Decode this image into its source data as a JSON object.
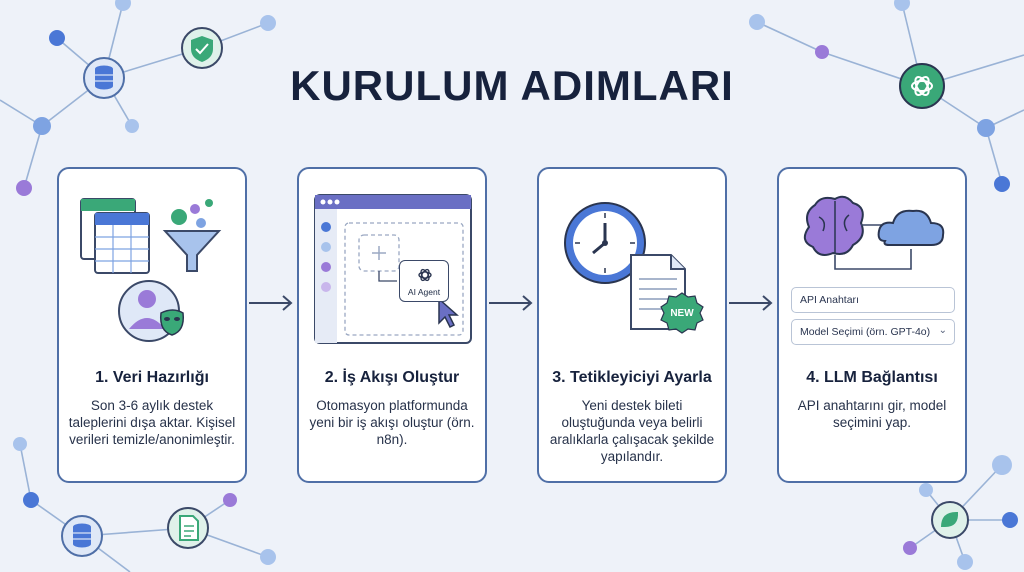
{
  "title": "KURULUM ADIMLARI",
  "steps": [
    {
      "title": "1. Veri Hazırlığı",
      "desc": "Son 3-6 aylık destek taleplerini dışa aktar. Kişisel verileri temizle/anonimleştir.",
      "icons": [
        "spreadsheet-icon",
        "funnel-icon",
        "masked-user-icon"
      ]
    },
    {
      "title": "2. İş Akışı Oluştur",
      "desc": "Otomasyon platformunda yeni bir iş akışı oluştur (örn. n8n).",
      "icons": [
        "workflow-window-icon",
        "ai-agent-node-icon",
        "cursor-icon"
      ],
      "agent_label": "AI Agent"
    },
    {
      "title": "3. Tetikleyiciyi Ayarla",
      "desc": "Yeni destek bileti oluştuğunda veya belirli aralıklarla çalışacak şekilde yapılandır.",
      "icons": [
        "clock-icon",
        "document-icon",
        "new-badge-icon"
      ],
      "badge": "NEW"
    },
    {
      "title": "4. LLM Bağlantısı",
      "desc": "API anahtarını gir, model seçimini yap.",
      "icons": [
        "brain-icon",
        "cloud-icon"
      ],
      "api_field": "API Anahtarı",
      "model_field": "Model Seçimi (örn. GPT-4o)"
    }
  ],
  "colors": {
    "background": "#eef2f9",
    "card_border": "#4f6fa7",
    "title": "#17223d",
    "accent_blue": "#4a77d6",
    "accent_purple": "#9a7ad8",
    "accent_green": "#3aa878"
  }
}
